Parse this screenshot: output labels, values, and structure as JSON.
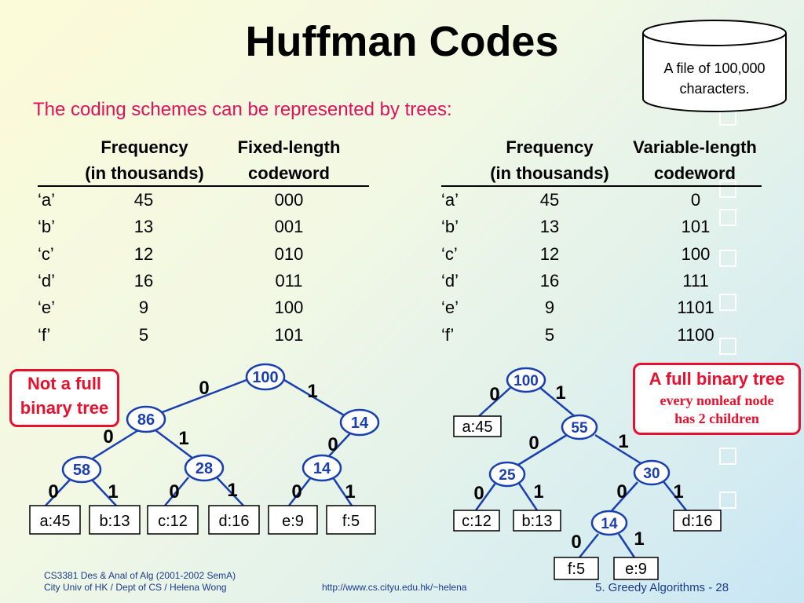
{
  "slide": {
    "title": "Huffman Codes",
    "subtitle": "The coding schemes can be represented by trees:",
    "file_note_line1": "A file of 100,000",
    "file_note_line2": "characters."
  },
  "fixed_table": {
    "headers": {
      "freq_line1": "Frequency",
      "freq_line2": "(in thousands)",
      "code_line1": "Fixed-length",
      "code_line2": "codeword"
    },
    "rows": [
      {
        "char": "‘a’",
        "freq": "45",
        "code": "000"
      },
      {
        "char": "‘b’",
        "freq": "13",
        "code": "001"
      },
      {
        "char": "‘c’",
        "freq": "12",
        "code": "010"
      },
      {
        "char": "‘d’",
        "freq": "16",
        "code": "011"
      },
      {
        "char": "‘e’",
        "freq": "9",
        "code": "100"
      },
      {
        "char": "‘f’",
        "freq": "5",
        "code": "101"
      }
    ]
  },
  "variable_table": {
    "headers": {
      "freq_line1": "Frequency",
      "freq_line2": "(in thousands)",
      "code_line1": "Variable-length",
      "code_line2": "codeword"
    },
    "rows": [
      {
        "char": "‘a’",
        "freq": "45",
        "code": "0"
      },
      {
        "char": "‘b’",
        "freq": "13",
        "code": "101"
      },
      {
        "char": "‘c’",
        "freq": "12",
        "code": "100"
      },
      {
        "char": "‘d’",
        "freq": "16",
        "code": "111"
      },
      {
        "char": "‘e’",
        "freq": "9",
        "code": "1101"
      },
      {
        "char": "‘f’",
        "freq": "5",
        "code": "1100"
      }
    ]
  },
  "callouts": {
    "not_full_line1": "Not a full",
    "not_full_line2": "binary tree",
    "full_title": "A full binary tree",
    "full_line1": "every nonleaf node",
    "full_line2": "has 2 children"
  },
  "fixed_tree": {
    "nodes": {
      "root": "100",
      "n86": "86",
      "n14a": "14",
      "n58": "58",
      "n28": "28",
      "n14b": "14"
    },
    "leaves": {
      "a": "a:45",
      "b": "b:13",
      "c": "c:12",
      "d": "d:16",
      "e": "e:9",
      "f": "f:5"
    },
    "edge_labels": {
      "r_l": "0",
      "r_r": "1",
      "n86_l": "0",
      "n86_r": "1",
      "n14a_l": "0",
      "n58_l": "0",
      "n58_r": "1",
      "n28_l": "0",
      "n28_r": "1",
      "n14b_l": "0",
      "n14b_r": "1"
    }
  },
  "var_tree": {
    "nodes": {
      "root": "100",
      "n55": "55",
      "n25": "25",
      "n30": "30",
      "n14": "14"
    },
    "leaves": {
      "a": "a:45",
      "c": "c:12",
      "b": "b:13",
      "d": "d:16",
      "f": "f:5",
      "e": "e:9"
    },
    "edge_labels": {
      "r_l": "0",
      "r_r": "1",
      "n55_l": "0",
      "n55_r": "1",
      "n25_l": "0",
      "n25_r": "1",
      "n30_l": "0",
      "n30_r": "1",
      "n14_l": "0",
      "n14_r": "1"
    }
  },
  "footer": {
    "course": "CS3381 Des & Anal of Alg (2001-2002 SemA)",
    "dept": "City Univ of HK / Dept of CS / Helena Wong",
    "url": "http://www.cs.cityu.edu.hk/~helena",
    "page": "5. Greedy Algorithms - 28"
  }
}
